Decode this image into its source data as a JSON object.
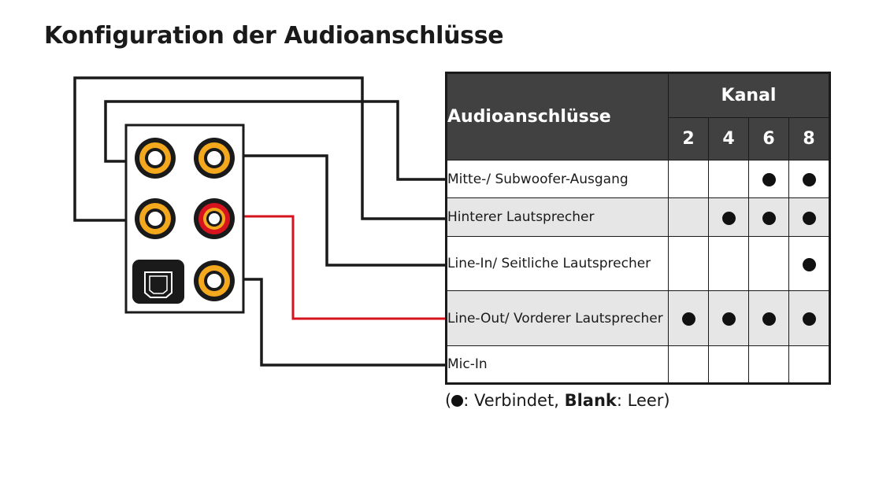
{
  "title": "Konfiguration der Audioanschlüsse",
  "table": {
    "header_label": "Audioanschlüsse",
    "group_header": "Kanal",
    "channels": [
      "2",
      "4",
      "6",
      "8"
    ],
    "rows": [
      {
        "label": "Mitte-/ Subwoofer-Ausgang",
        "marks": [
          false,
          false,
          true,
          true
        ]
      },
      {
        "label": "Hinterer Lautsprecher",
        "marks": [
          false,
          true,
          true,
          true
        ]
      },
      {
        "label": "Line-In/ Seitliche Lautsprecher",
        "marks": [
          false,
          false,
          false,
          true
        ]
      },
      {
        "label": "Line-Out/ Vorderer Lautsprecher",
        "marks": [
          true,
          true,
          true,
          true
        ]
      },
      {
        "label": "Mic-In",
        "marks": [
          false,
          false,
          false,
          false
        ]
      }
    ]
  },
  "legend": {
    "open": "(",
    "connected_text": ": Verbindet, ",
    "blank_word": "Blank",
    "blank_text": ": Leer)"
  },
  "colors": {
    "jack_orange": "#f4a81d",
    "jack_red": "#d7141e",
    "header_bg": "#414141",
    "alt_row_bg": "#e6e6e6",
    "wire_red": "#d7141e"
  }
}
